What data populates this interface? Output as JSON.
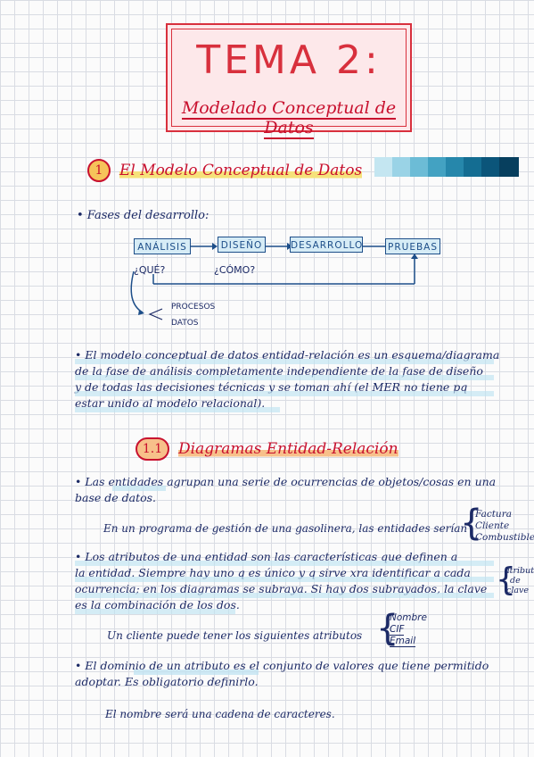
{
  "title": {
    "main": "TEMA 2:",
    "subtitle": "Modelado Conceptual de Datos"
  },
  "section1": {
    "number": "1",
    "heading": "El Modelo Conceptual de Datos"
  },
  "fases": {
    "bullet": "• Fases del desarrollo:"
  },
  "flow": {
    "boxes": [
      "ANÁLISIS",
      "DISEÑO",
      "DESARROLLO",
      "PRUEBAS"
    ],
    "q1": "¿QUÉ?",
    "q2": "¿CÓMO?",
    "branch": [
      "PROCESOS",
      "DATOS"
    ]
  },
  "para1": {
    "lines": [
      "• El modelo conceptual de datos entidad-relación es un esquema/diagrama",
      "de la fase de análisis completamente independiente de la fase de diseño",
      "y de todas las decisiones técnicas y se toman ahí (el MER no tiene pq",
      "estar unido al modelo relacional)."
    ]
  },
  "section2": {
    "number": "1.1",
    "heading": "Diagramas Entidad-Relación"
  },
  "entidades": {
    "lines": [
      "• Las entidades agrupan una serie de ocurrencias de objetos/cosas en una",
      "base de datos."
    ],
    "example": "En un programa de gestión de una gasolinera, las entidades serían",
    "items": [
      "Factura",
      "Cliente",
      "Combustible"
    ]
  },
  "atributos": {
    "lines": [
      "• Los atributos de una entidad son las características que definen a",
      "la entidad. Siempre hay uno q es único y q sirve xra identificar a cada",
      "ocurrencia; en los diagramas se subraya. Si hay dos subrayados, la clave",
      "es la combinación de los dos."
    ],
    "side_note": [
      "atributo",
      "de",
      "clave"
    ],
    "example": "Un cliente puede tener los siguientes atributos",
    "items": [
      "Nombre",
      "CIF",
      "Email"
    ]
  },
  "dominio": {
    "lines": [
      "• El dominio de un atributo es el conjunto de valores que tiene permitido",
      "adoptar. Es obligatorio definirlo."
    ],
    "example": "El nombre será una cadena de caracteres."
  },
  "colors": {
    "accent": "#c8102e",
    "ink": "#1c2a66",
    "highlight": "#bfe3f1",
    "flow": "#1d4e89"
  }
}
